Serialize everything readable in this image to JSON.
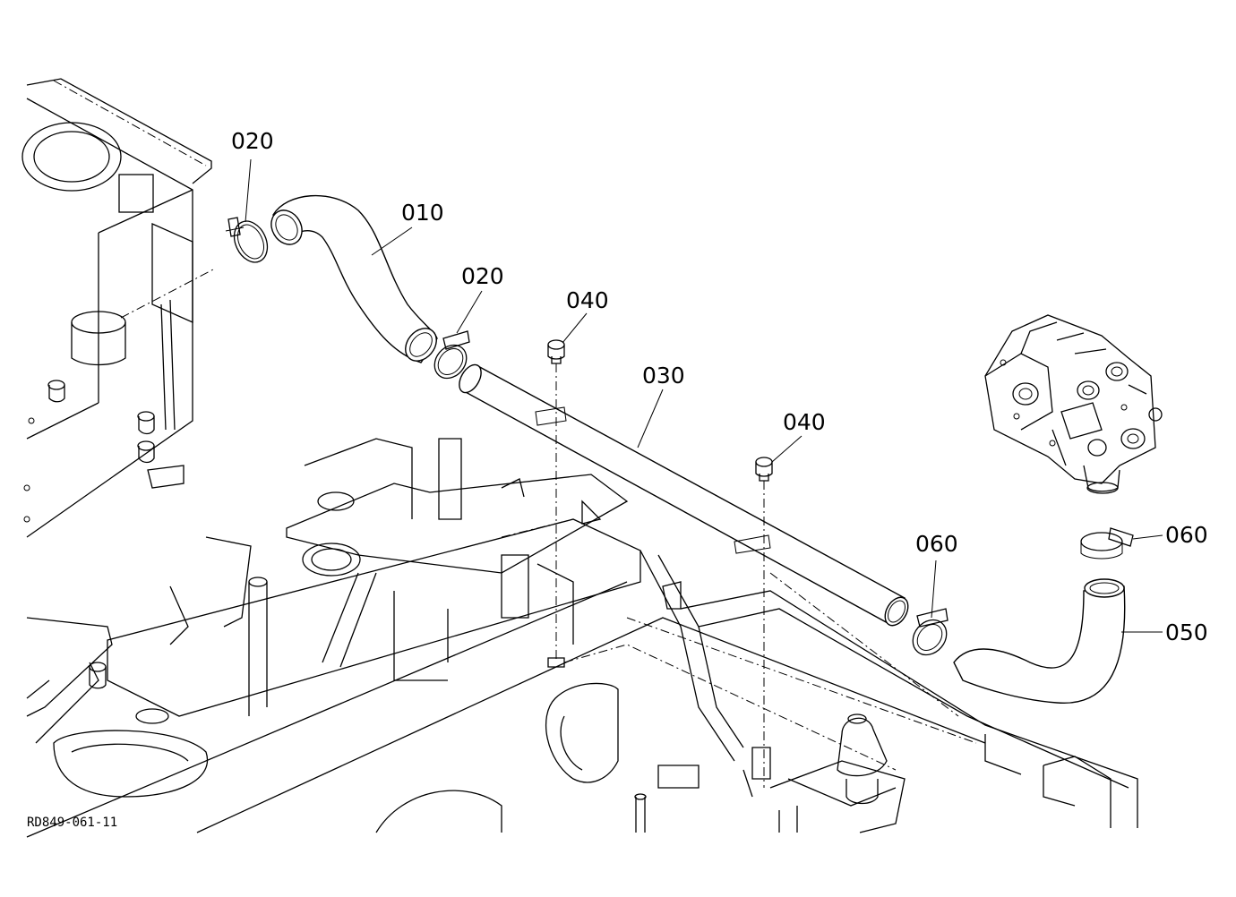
{
  "diagram": {
    "callouts": {
      "c020a": "020",
      "c010": "010",
      "c020b": "020",
      "c040a": "040",
      "c030": "030",
      "c040b": "040",
      "c060a": "060",
      "c060b": "060",
      "c050": "050"
    },
    "reference_code": "RD849-061-11"
  }
}
